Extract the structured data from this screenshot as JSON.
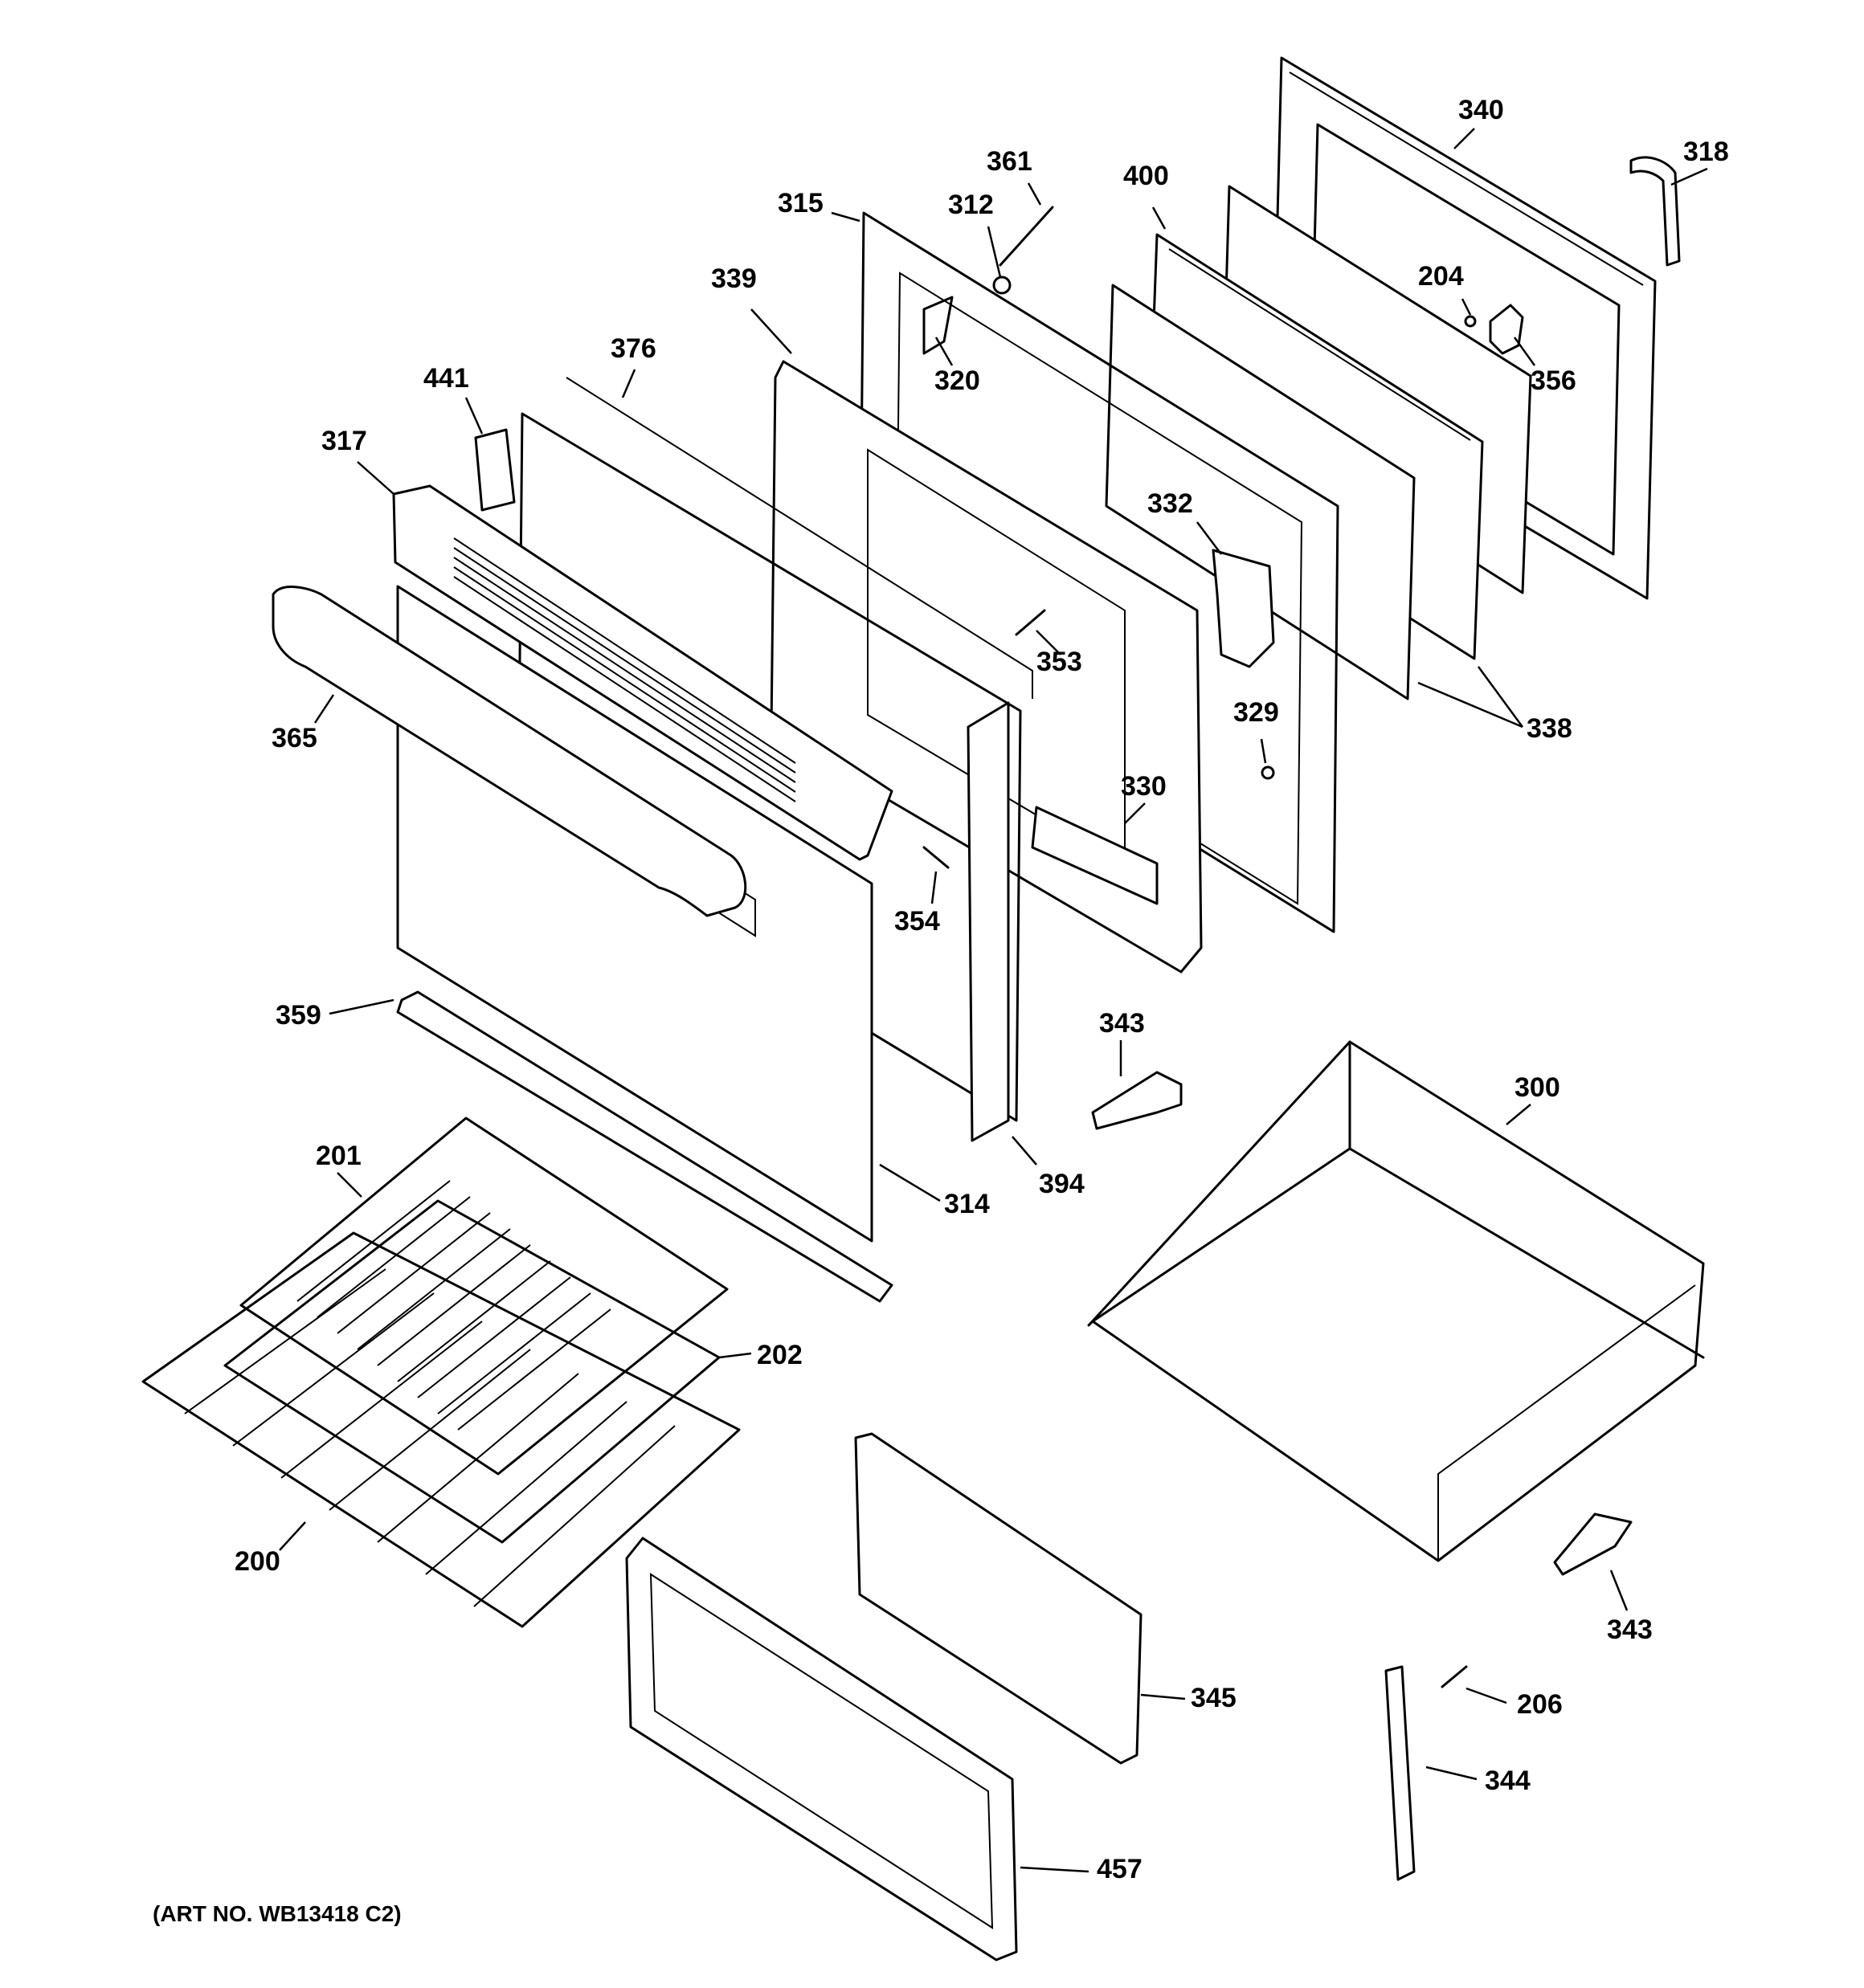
{
  "diagram": {
    "art_number": "(ART NO. WB13418 C2)",
    "callouts": [
      {
        "id": "c340",
        "label": "340"
      },
      {
        "id": "c318",
        "label": "318"
      },
      {
        "id": "c361",
        "label": "361"
      },
      {
        "id": "c400",
        "label": "400"
      },
      {
        "id": "c315",
        "label": "315"
      },
      {
        "id": "c312",
        "label": "312"
      },
      {
        "id": "c204",
        "label": "204"
      },
      {
        "id": "c339",
        "label": "339"
      },
      {
        "id": "c320",
        "label": "320"
      },
      {
        "id": "c356",
        "label": "356"
      },
      {
        "id": "c376",
        "label": "376"
      },
      {
        "id": "c441",
        "label": "441"
      },
      {
        "id": "c317",
        "label": "317"
      },
      {
        "id": "c332",
        "label": "332"
      },
      {
        "id": "c353",
        "label": "353"
      },
      {
        "id": "c365",
        "label": "365"
      },
      {
        "id": "c329",
        "label": "329"
      },
      {
        "id": "c338",
        "label": "338"
      },
      {
        "id": "c330",
        "label": "330"
      },
      {
        "id": "c354",
        "label": "354"
      },
      {
        "id": "c359",
        "label": "359"
      },
      {
        "id": "c343a",
        "label": "343"
      },
      {
        "id": "c300",
        "label": "300"
      },
      {
        "id": "c201",
        "label": "201"
      },
      {
        "id": "c394",
        "label": "394"
      },
      {
        "id": "c314",
        "label": "314"
      },
      {
        "id": "c202",
        "label": "202"
      },
      {
        "id": "c200",
        "label": "200"
      },
      {
        "id": "c343b",
        "label": "343"
      },
      {
        "id": "c345",
        "label": "345"
      },
      {
        "id": "c206",
        "label": "206"
      },
      {
        "id": "c344",
        "label": "344"
      },
      {
        "id": "c457",
        "label": "457"
      }
    ]
  }
}
